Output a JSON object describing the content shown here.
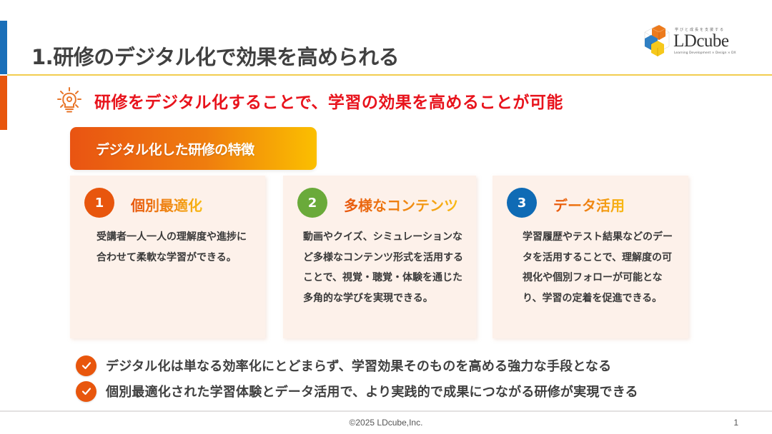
{
  "header": {
    "title": "1.研修のデジタル化で効果を高められる",
    "accent_colors": {
      "blue": "#1a6fb8",
      "orange": "#e8560d",
      "rule": "#f2cd4f"
    }
  },
  "logo": {
    "name": "LDcube",
    "tagline": "学びと成長を支援する",
    "subtitle": "Learning Development × Design × DX"
  },
  "lead": {
    "icon": "lightbulb-icon",
    "text": "研修をデジタル化することで、学習の効果を高めることが可能",
    "color": "#e8131c"
  },
  "section": {
    "label": "デジタル化した研修の特徴"
  },
  "features": [
    {
      "number": "1",
      "badge_color": "#e8560d",
      "title": "個別最適化",
      "body": "受講者一人一人の理解度や進捗に合わせて柔軟な学習ができる。"
    },
    {
      "number": "2",
      "badge_color": "#6aaa3a",
      "title": "多様なコンテンツ",
      "body": "動画やクイズ、シミュレーションなど多様なコンテンツ形式を活用することで、視覚・聴覚・体験を通じた多角的な学びを実現できる。"
    },
    {
      "number": "3",
      "badge_color": "#0f6bb5",
      "title": "データ活用",
      "body": "学習履歴やテスト結果などのデータを活用することで、理解度の可視化や個別フォローが可能となり、学習の定着を促進できる。"
    }
  ],
  "bullets": [
    {
      "icon": "check-circle-icon",
      "text": "デジタル化は単なる効率化にとどまらず、学習効果そのものを高める強力な手段となる"
    },
    {
      "icon": "check-circle-icon",
      "text": "個別最適化された学習体験とデータ活用で、より実践的で成果につながる研修が実現できる"
    }
  ],
  "footer": {
    "copyright": "©2025 LDcube,Inc.",
    "page_number": "1"
  }
}
